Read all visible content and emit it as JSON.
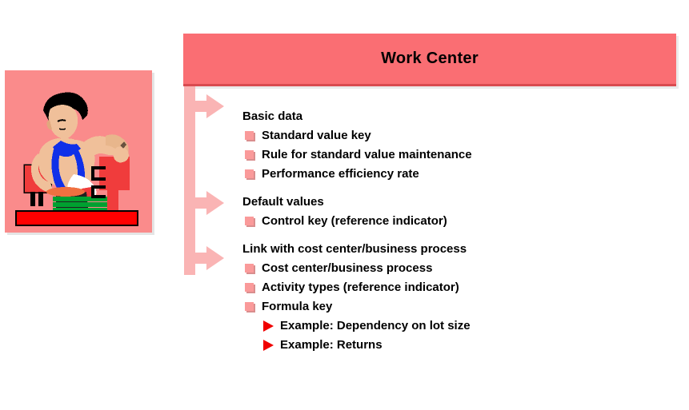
{
  "header": {
    "title": "Work Center"
  },
  "illustration": {
    "alt": "worker-at-workbench-clipart",
    "background_color": "#fa8b8b"
  },
  "colors": {
    "header_bar": "#fa6e73",
    "header_bar_border": "#d94b50",
    "arrow": "#fab4b4",
    "square_bullet": "#fa9a9a",
    "square_bullet_shadow": "#d98e8e",
    "triangle_bullet": "#f00000",
    "text": "#000000",
    "page_background": "#ffffff"
  },
  "groups": [
    {
      "heading": "Basic data",
      "items": [
        {
          "label": "Standard value key",
          "examples": []
        },
        {
          "label": "Rule for standard value maintenance",
          "examples": []
        },
        {
          "label": "Performance efficiency rate",
          "examples": []
        }
      ]
    },
    {
      "heading": "Default values",
      "items": [
        {
          "label": "Control key (reference indicator)",
          "examples": []
        }
      ]
    },
    {
      "heading": "Link with cost center/business process",
      "items": [
        {
          "label": "Cost center/business process",
          "examples": []
        },
        {
          "label": "Activity types (reference indicator)",
          "examples": []
        },
        {
          "label": "Formula key",
          "examples": [
            "Example: Dependency on lot size",
            "Example: Returns"
          ]
        }
      ]
    }
  ]
}
